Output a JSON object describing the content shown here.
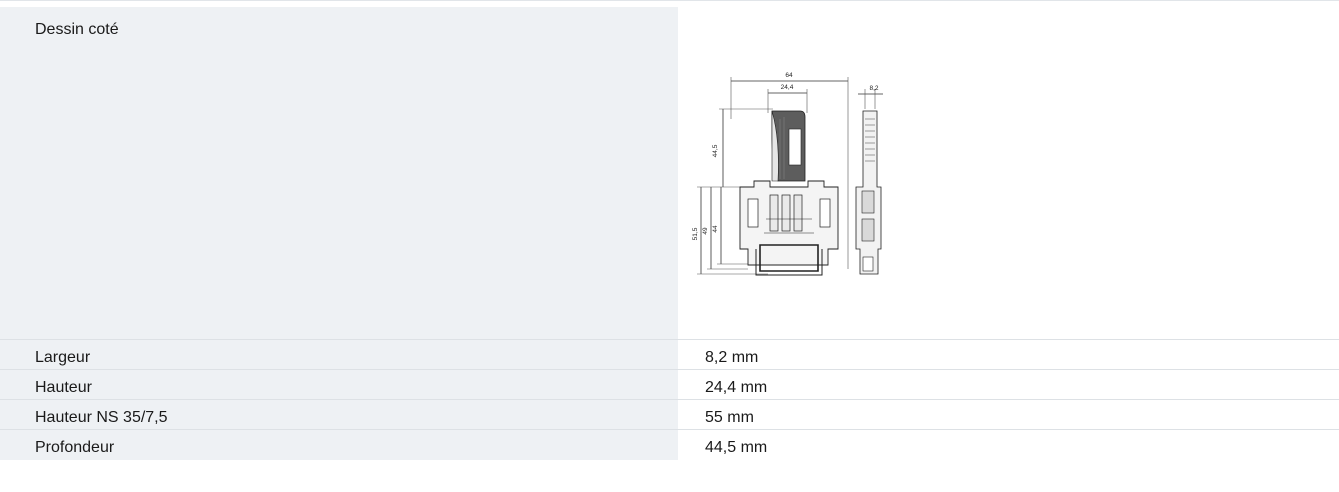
{
  "drawing_row": {
    "label": "Dessin coté",
    "dimensions": {
      "width_overall": "64",
      "width_module": "24,4",
      "width_side": "8,2",
      "height_upper": "44,5",
      "height_1": "51,5",
      "height_2": "49",
      "height_3": "44"
    }
  },
  "rows": [
    {
      "label": "Largeur",
      "value": "8,2 mm"
    },
    {
      "label": "Hauteur",
      "value": "24,4 mm"
    },
    {
      "label": "Hauteur NS 35/7,5",
      "value": "55 mm"
    },
    {
      "label": "Profondeur",
      "value": "44,5 mm"
    }
  ]
}
